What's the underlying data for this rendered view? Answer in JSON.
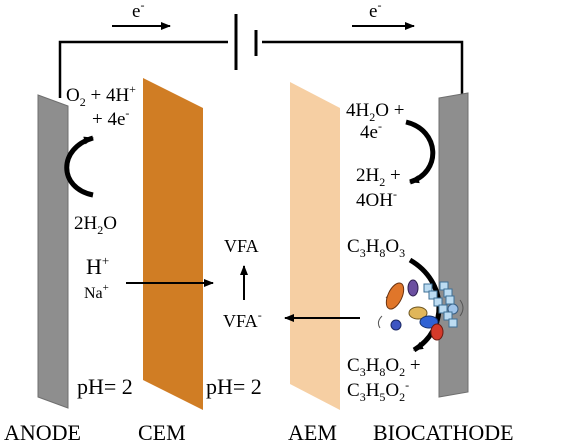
{
  "colors": {
    "electrode": "#8e8e8e",
    "electrode_edge": "#6f6f6f",
    "cem": "#d07d24",
    "aem": "#f6cfa3",
    "line": "#000000"
  },
  "circuit": {
    "electron_left": "e",
    "electron_right": "e",
    "electron_superscript": "-"
  },
  "anode_reaction": {
    "line1_a": "O",
    "line1_sub": "2",
    "line1_b": " + 4H",
    "line1_sup": "+",
    "line2": "+ 4e",
    "line2_sup": "-",
    "reactant_a": "2H",
    "reactant_sub": "2",
    "reactant_b": "O"
  },
  "ions": {
    "proton": "H",
    "proton_sup": "+",
    "sodium": "Na",
    "sodium_sup": "+"
  },
  "center": {
    "vfa": "VFA",
    "vfa_anion": "VFA",
    "vfa_anion_sup": "-"
  },
  "cathode_reaction": {
    "r1_a": "4H",
    "r1_sub": "2",
    "r1_b": "O +",
    "r2": "4e",
    "r2_sup": "-",
    "p1_a": "2H",
    "p1_sub": "2",
    "p1_b": " +",
    "p2": "4OH",
    "p2_sup": "-"
  },
  "biocathode": {
    "substrate_a": "C",
    "substrate_s1": "3",
    "substrate_b": "H",
    "substrate_s2": "8",
    "substrate_c": "O",
    "substrate_s3": "3",
    "product1_a": "C",
    "product1_s1": "3",
    "product1_b": "H",
    "product1_s2": "8",
    "product1_c": "O",
    "product1_s3": "2",
    "product1_d": " +",
    "product2_a": "C",
    "product2_s1": "3",
    "product2_b": "H",
    "product2_s2": "5",
    "product2_c": "O",
    "product2_s3": "2",
    "product2_sup": "-"
  },
  "ph": {
    "left": "pH= 2",
    "middle": "pH= 2"
  },
  "labels": {
    "anode": "ANODE",
    "cem": "CEM",
    "aem": "AEM",
    "biocathode": "BIOCATHODE"
  }
}
